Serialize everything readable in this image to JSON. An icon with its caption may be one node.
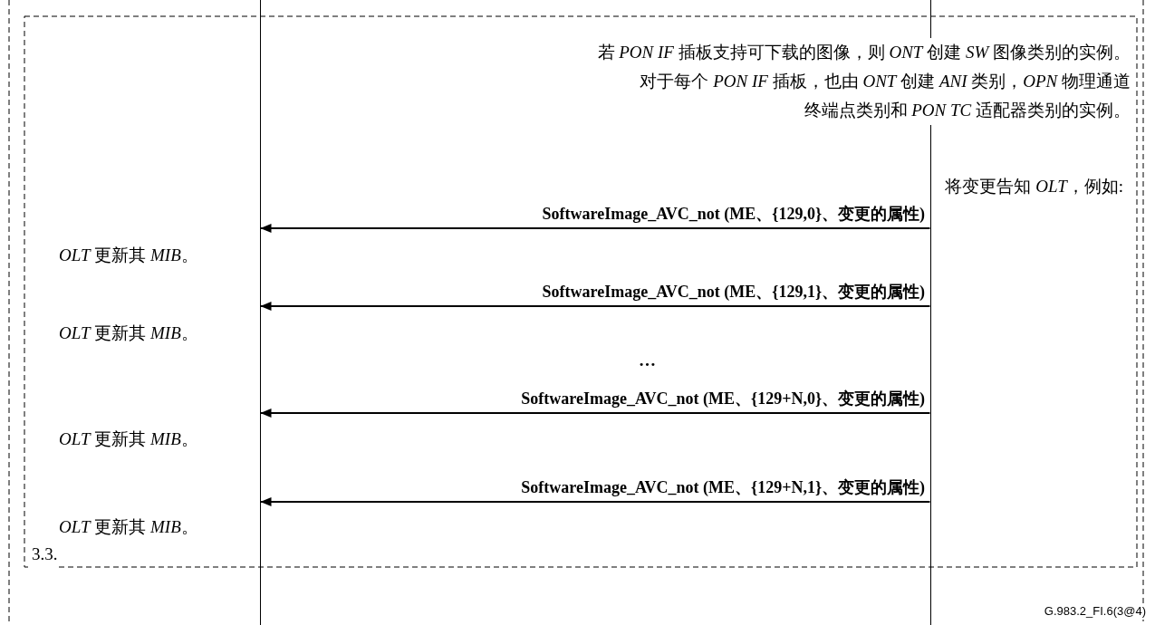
{
  "diagram": {
    "nodes": [
      {
        "text": [],
        "shape": "line"
      },
      {
        "text": [],
        "shape": "line"
      }
    ],
    "edges": [
      {
        "from": 1,
        "to": 0,
        "arrow": "to",
        "label": "SoftwareImage_AVC_not (ME、{129,0}、变更的属性)"
      },
      {
        "from": 1,
        "to": 0,
        "arrow": "to",
        "label": "SoftwareImage_AVC_not (ME、{129,1}、变更的属性)"
      },
      {
        "from": 1,
        "to": 0,
        "arrow": "to",
        "label": "SoftwareImage_AVC_not (ME、{129+N,0}、变更的属性)"
      },
      {
        "from": 1,
        "to": 0,
        "arrow": "to",
        "label": "SoftwareImage_AVC_not (ME、{129+N,1}、变更的属性)"
      }
    ],
    "labels": [
      "若 *PON IF* 插板支持可下载的图像，则 *ONT* 创建 *SW* 图像类别的实例。",
      "对于每个 *PON IF* 插板，也由 *ONT* 创建 *ANI* 类别，*OPN* 物理通道终端点类别和 *PON TC* 适配器类别的实例。",
      "将变更告知 *OLT*，例如:",
      "*OLT* 更新其 *MIB*。",
      "…",
      "*OLT* 更新其 *MIB*。",
      "*OLT* 更新其 *MIB*。",
      "*OLT* 更新其 *MIB*。",
      "3.3.",
      "G.983.2_FI.6(3@4)"
    ]
  }
}
